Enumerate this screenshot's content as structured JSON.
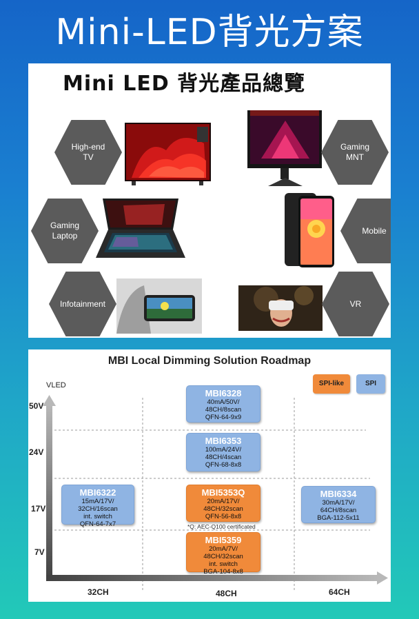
{
  "page": {
    "title": "Mini-LED背光方案"
  },
  "overview": {
    "title": "Mini LED 背光產品總覽",
    "products": [
      {
        "label": "High-end\nTV"
      },
      {
        "label": "Gaming\nMNT"
      },
      {
        "label": "Gaming\nLaptop"
      },
      {
        "label": "Mobile"
      },
      {
        "label": "Infotainment"
      },
      {
        "label": "VR"
      }
    ]
  },
  "roadmap": {
    "title": "MBI Local Dimming Solution Roadmap",
    "y_axis_label": "VLED",
    "y_levels": [
      "50V",
      "24V",
      "17V",
      "7V"
    ],
    "x_categories": [
      "32CH",
      "48CH",
      "64CH"
    ],
    "legend": [
      {
        "label": "SPI-like",
        "color": "#f08a3a"
      },
      {
        "label": "SPI",
        "color": "#8fb4e3"
      }
    ],
    "chips": [
      {
        "name": "MBI6328",
        "specs": "40mA/50V/\n48CH/8scan\nQFN-64-9x9",
        "type": "SPI"
      },
      {
        "name": "MBI6353",
        "specs": "100mA/24V/\n48CH/4scan\nQFN-68-8x8",
        "type": "SPI"
      },
      {
        "name": "MBI6322",
        "specs": "15mA/17V/\n32CH/16scan\nint. switch\nQFN-64-7x7",
        "type": "SPI"
      },
      {
        "name": "MBI5353Q",
        "specs": "20mA/17V/\n48CH/32scan\nQFN-56-8x8",
        "type": "SPI-like"
      },
      {
        "name": "MBI6334",
        "specs": "30mA/17V/\n64CH/8scan\nBGA-112-5x11",
        "type": "SPI"
      },
      {
        "name": "MBI5359",
        "specs": "20mA/7V/\n48CH/32scan\nint. switch\nBGA-104-8x8",
        "type": "SPI-like"
      }
    ],
    "note": "*Q: AEC-Q100 certificated"
  }
}
